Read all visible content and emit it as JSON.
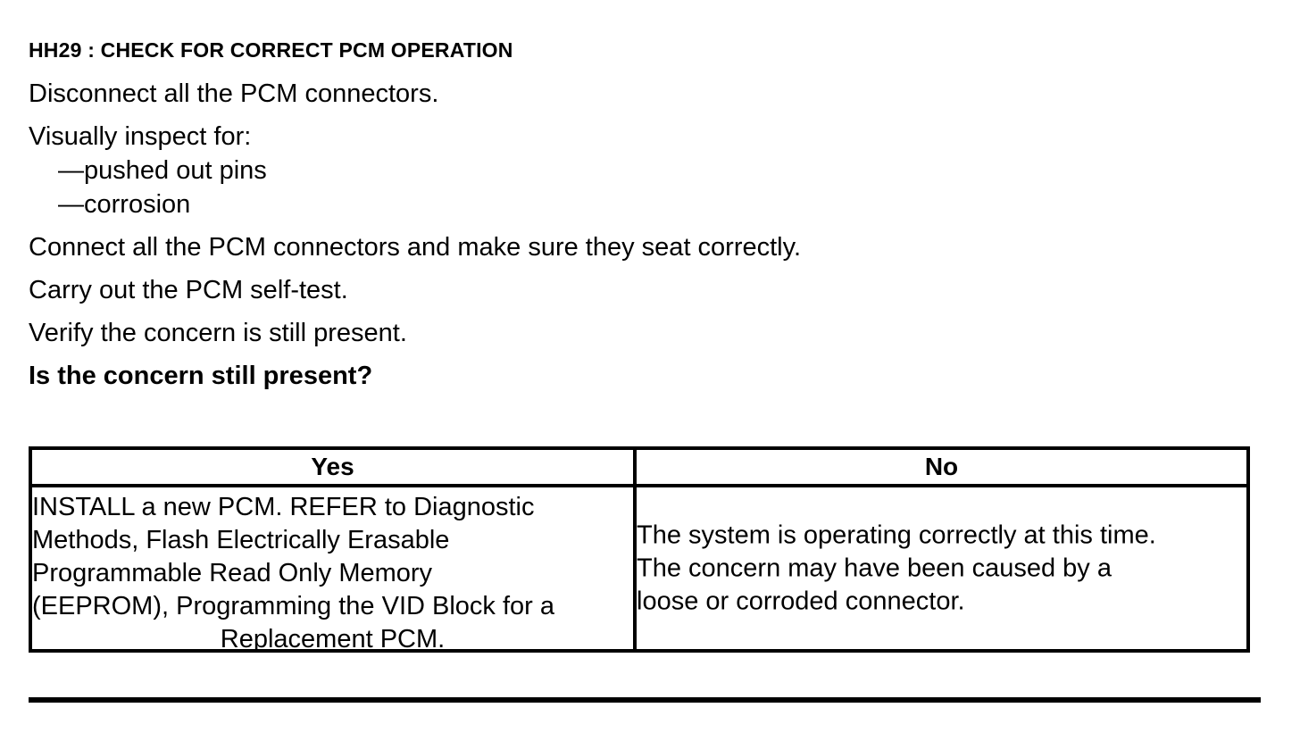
{
  "document": {
    "step_heading": "HH29 : CHECK FOR CORRECT PCM OPERATION",
    "instructions": [
      {
        "text": "Disconnect all the PCM connectors.",
        "style": "normal"
      },
      {
        "text": "Visually inspect for:",
        "style": "normal"
      },
      {
        "text": "—pushed out pins",
        "style": "sub"
      },
      {
        "text": "—corrosion",
        "style": "sub"
      },
      {
        "text": "Connect all the PCM connectors and make sure they seat correctly.",
        "style": "normal"
      },
      {
        "text": "Carry out the PCM self-test.",
        "style": "normal"
      },
      {
        "text": "Verify the concern is still present.",
        "style": "normal"
      },
      {
        "text": "Is the concern still present?",
        "style": "bold"
      }
    ],
    "decision_table": {
      "headers": [
        "Yes",
        "No"
      ],
      "yes_cell": {
        "lines": [
          "INSTALL a new PCM. REFER to Diagnostic",
          "Methods, Flash Electrically Erasable",
          "Programmable Read Only Memory",
          "(EEPROM), Programming the VID Block for a",
          "Replacement PCM."
        ],
        "last_line_centered": true
      },
      "no_cell": {
        "lines": [
          "The system is operating correctly at this time.",
          "The concern may have been caused by a",
          "loose or corroded connector."
        ]
      }
    },
    "colors": {
      "text": "#000000",
      "background": "#ffffff",
      "rule": "#000000"
    }
  }
}
